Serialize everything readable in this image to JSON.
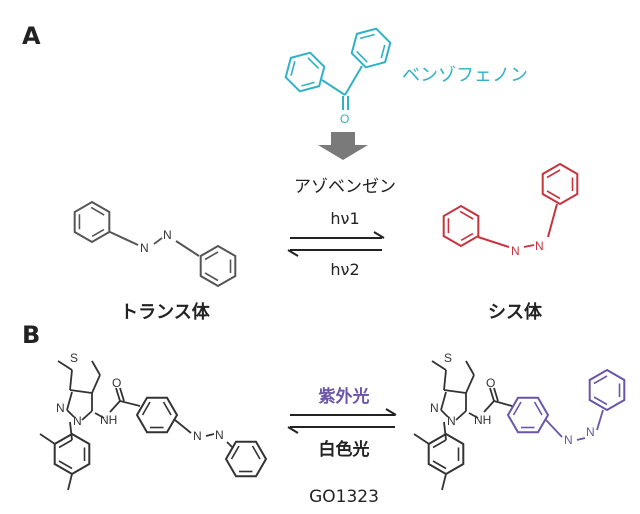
{
  "panel_a": {
    "label": "A",
    "sensitizer_name": "ベンゾフェノン",
    "sensitizer_atom": "O",
    "photoswitch_name": "アゾベンゼン",
    "forward_light": "hν1",
    "backward_light": "hν2",
    "trans_label": "トランス体",
    "cis_label": "シス体",
    "azo_atom": "N"
  },
  "panel_b": {
    "label": "B",
    "forward_light": "紫外光",
    "backward_light": "白色光",
    "compound_name": "GO1323",
    "atom_s": "S",
    "atom_o": "O",
    "atom_n": "N",
    "atom_nh": "NH"
  },
  "colors": {
    "benzophenone": "#2fb3c4",
    "cis_azobenzene": "#c8323c",
    "violet": "#6a55a8",
    "arrow": "#7a7a7a",
    "ink": "#222222"
  }
}
